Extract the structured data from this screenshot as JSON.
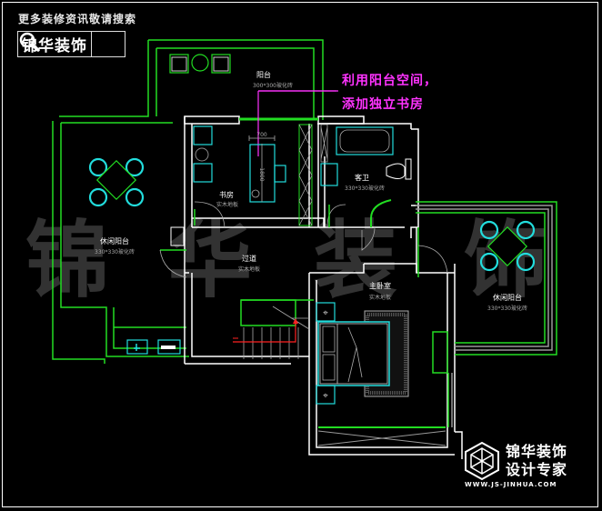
{
  "header": {
    "search_hint": "更多装修资讯敬请搜索",
    "search_brand": "锦华装饰",
    "search_icon": "magnifier-icon"
  },
  "annotation": {
    "line1": "利用阳台空间，",
    "line2": "添加独立书房",
    "color": "#ff33ff"
  },
  "rooms": {
    "balcony_top": {
      "name": "阳台",
      "floor": "300*300玻化砖"
    },
    "study": {
      "name": "书房",
      "floor": "实木地板"
    },
    "bathroom": {
      "name": "客卫",
      "floor": "330*330玻化砖"
    },
    "leisure_left": {
      "name": "休闲阳台",
      "floor": "330*330玻化砖"
    },
    "corridor": {
      "name": "过道",
      "floor": "实木地板"
    },
    "master_bedroom": {
      "name": "主卧室",
      "floor": "实木地板"
    },
    "leisure_right": {
      "name": "休闲阳台",
      "floor": "330*330玻化砖"
    }
  },
  "dimensions": {
    "desk_width": "700",
    "desk_length": "1800"
  },
  "watermark": [
    "锦",
    "华",
    "装",
    "饰"
  ],
  "logo": {
    "title": "锦华装饰",
    "subtitle": "设计专家",
    "url": "WWW.JS-JINHUA.COM"
  },
  "colors": {
    "wall": "#ffffff",
    "green": "#22dd22",
    "cyan": "#22dddd",
    "magenta": "#ff33ff",
    "red": "#ff2222",
    "gray": "#999999"
  }
}
